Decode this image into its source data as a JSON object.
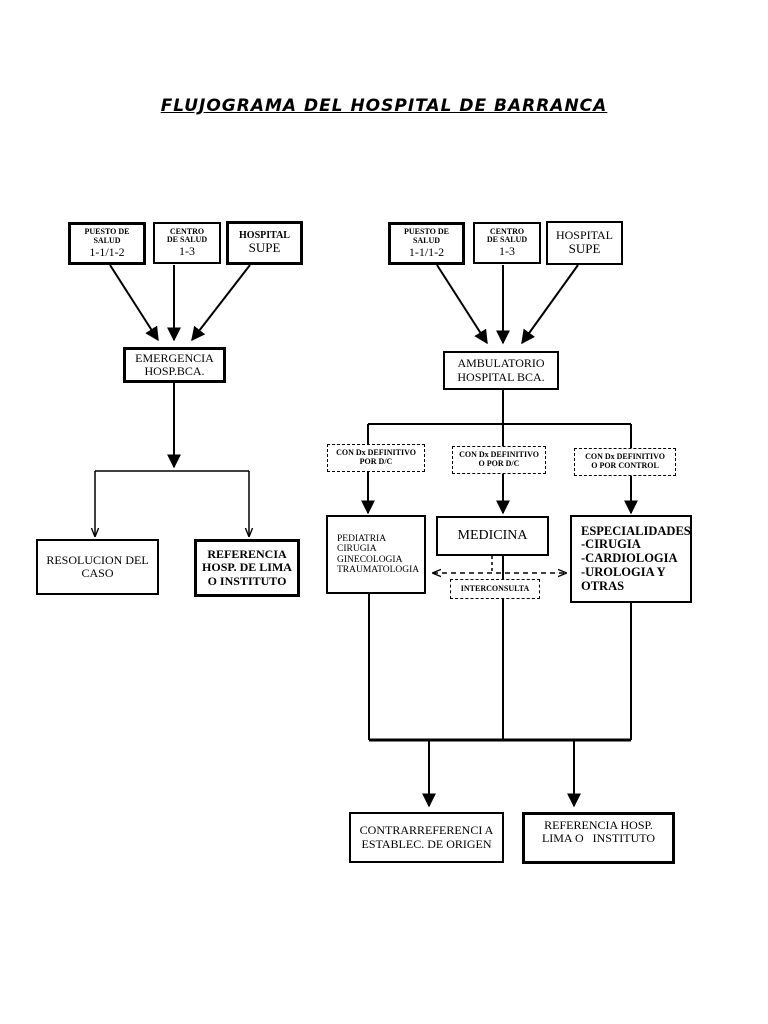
{
  "title": "FLUJOGRAMA DEL HOSPITAL DE BARRANCA",
  "left": {
    "sources": [
      {
        "line1": "PUESTO DE",
        "line2": "SALUD",
        "line3": "1-1/1-2"
      },
      {
        "line1": "CENTRO",
        "line2": "DE SALUD",
        "line3": "1-3"
      },
      {
        "line1": "HOSPITAL",
        "line2": "SUPE"
      }
    ],
    "hub": {
      "line1": "EMERGENCIA",
      "line2": "HOSP.BCA."
    },
    "outcome1": {
      "line1": "RESOLUCION DEL",
      "line2": "CASO"
    },
    "outcome2": {
      "line1": "REFERENCIA",
      "line2": "HOSP. DE LIMA",
      "line3": "O INSTITUTO"
    }
  },
  "right": {
    "sources": [
      {
        "line1": "PUESTO DE",
        "line2": "SALUD",
        "line3": "1-1/1-2"
      },
      {
        "line1": "CENTRO",
        "line2": "DE SALUD",
        "line3": "1-3"
      },
      {
        "line1": "HOSPITAL",
        "line2": "SUPE"
      }
    ],
    "hub": {
      "line1": "AMBULATORIO",
      "line2": "HOSPITAL BCA."
    },
    "conditions": [
      {
        "line1": "CON Dx DEFINITIVO",
        "line2": "POR D/C"
      },
      {
        "line1": "CON Dx DEFINITIVO",
        "line2": "O POR D/C"
      },
      {
        "line1": "CON Dx DEFINITIVO",
        "line2": "O POR CONTROL"
      }
    ],
    "services1": [
      "PEDIATRIA",
      "CIRUGIA",
      "GINECOLOGIA",
      "TRAUMATOLOGIA"
    ],
    "services2": "MEDICINA",
    "services3": [
      "ESPECIALIDADES",
      "-CIRUGIA",
      "-CARDIOLOGIA",
      "-UROLOGIA Y",
      "OTRAS"
    ],
    "interconsulta": "INTERCONSULTA",
    "final1": {
      "line1": "CONTRARREFERENCI A",
      "line2": "ESTABLEC. DE ORIGEN"
    },
    "final2": {
      "line1": "REFERENCIA HOSP.",
      "line2": "LIMA O   INSTITUTO"
    }
  }
}
